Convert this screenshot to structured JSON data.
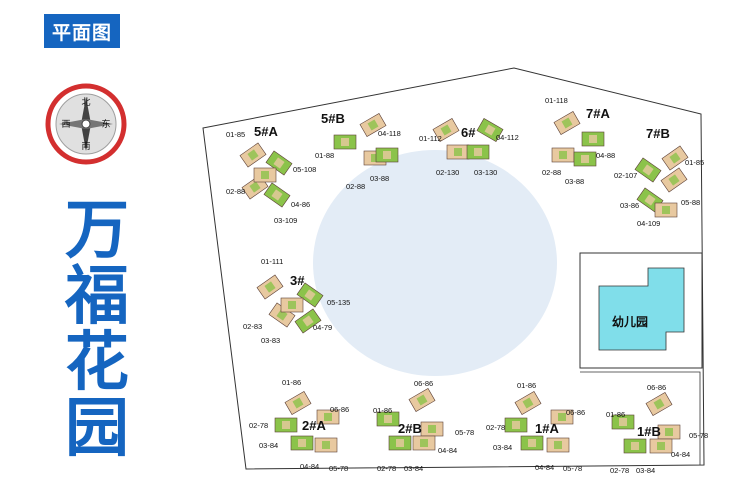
{
  "header": {
    "badge": "平面图"
  },
  "compass": {
    "north": "北",
    "south": "南",
    "east": "东",
    "west": "西"
  },
  "title": {
    "chars": [
      "万",
      "福",
      "花",
      "园"
    ]
  },
  "kindergarten": {
    "label": "幼儿园"
  },
  "buildings": [
    {
      "id": "b-5a",
      "name": "5#A",
      "labels": [
        "01-85",
        "05-108",
        "02-88",
        "04-86",
        "03-109"
      ]
    },
    {
      "id": "b-5b",
      "name": "5#B",
      "labels": [
        "04-118",
        "01-88",
        "02-88",
        "03-88"
      ]
    },
    {
      "id": "b-6",
      "name": "6#",
      "labels": [
        "01-112",
        "04-112",
        "02-130",
        "03-130"
      ]
    },
    {
      "id": "b-7a",
      "name": "7#A",
      "labels": [
        "01-118",
        "04-88",
        "02-88",
        "03-88"
      ]
    },
    {
      "id": "b-7b",
      "name": "7#B",
      "labels": [
        "01-85",
        "02-107",
        "03-86",
        "05-88",
        "04-109"
      ]
    },
    {
      "id": "b-3",
      "name": "3#",
      "labels": [
        "01-111",
        "05-135",
        "02-83",
        "04-79",
        "03-83"
      ]
    },
    {
      "id": "b-2a",
      "name": "2#A",
      "labels": [
        "01-86",
        "02-78",
        "06-86",
        "03-84",
        "04-84",
        "05-78"
      ]
    },
    {
      "id": "b-2b",
      "name": "2#B",
      "labels": [
        "06-86",
        "01-86",
        "05-78",
        "04-84",
        "02-78",
        "03-84"
      ]
    },
    {
      "id": "b-1a",
      "name": "1#A",
      "labels": [
        "01-86",
        "02-78",
        "06-86",
        "03-84",
        "04-84",
        "05-78"
      ]
    },
    {
      "id": "b-1b",
      "name": "1#B",
      "labels": [
        "06-86",
        "01-86",
        "05-78",
        "04-84",
        "02-78",
        "03-84"
      ]
    }
  ],
  "colors": {
    "brand": "#1565c0",
    "compass_ring": "#d32f2f",
    "plaza": "#e3ecf6",
    "kindergarten": "#80deea",
    "building_warm": "#e8c9a0",
    "building_green": "#8bc34a"
  }
}
